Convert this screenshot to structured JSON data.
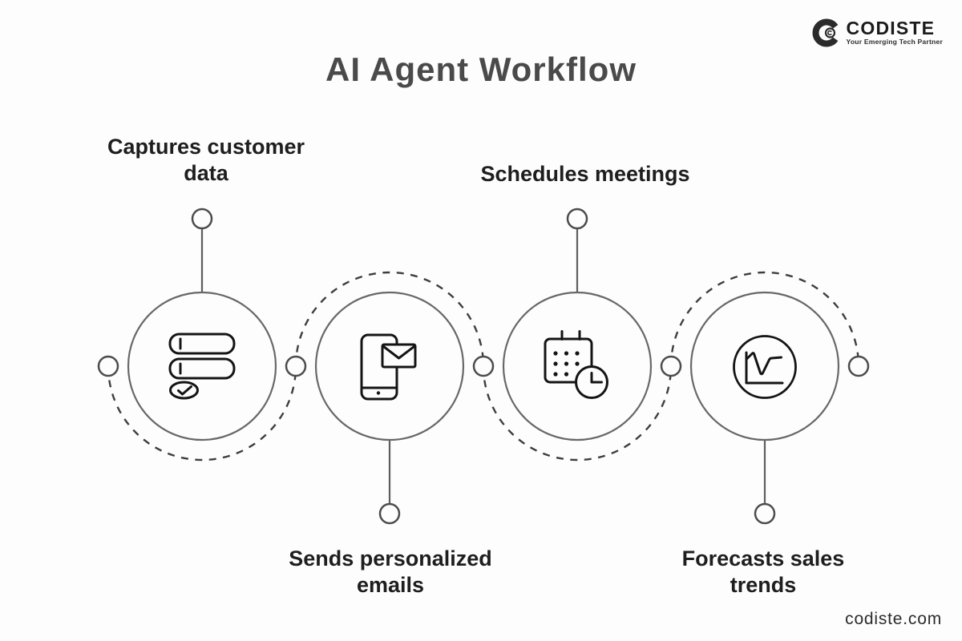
{
  "logo": {
    "name": "CODISTE",
    "tagline": "Your Emerging Tech Partner"
  },
  "title": "AI Agent Workflow",
  "workflow": {
    "steps": [
      {
        "label": "Captures customer data",
        "icon": "data-rows-check-icon",
        "label_position": "top"
      },
      {
        "label": "Sends personalized emails",
        "icon": "phone-email-icon",
        "label_position": "bottom"
      },
      {
        "label": "Schedules meetings",
        "icon": "calendar-clock-icon",
        "label_position": "top"
      },
      {
        "label": "Forecasts sales trends",
        "icon": "trend-chart-icon",
        "label_position": "bottom"
      }
    ],
    "colors": {
      "circle_stroke": "#686868",
      "dashed_path": "#3e3e3e",
      "node_stroke": "#4c4c4c",
      "icon_stroke": "#141414",
      "label_text": "#1e1e1e",
      "title_text": "#4a4a4a"
    }
  },
  "footer": {
    "website": "codiste.com"
  }
}
